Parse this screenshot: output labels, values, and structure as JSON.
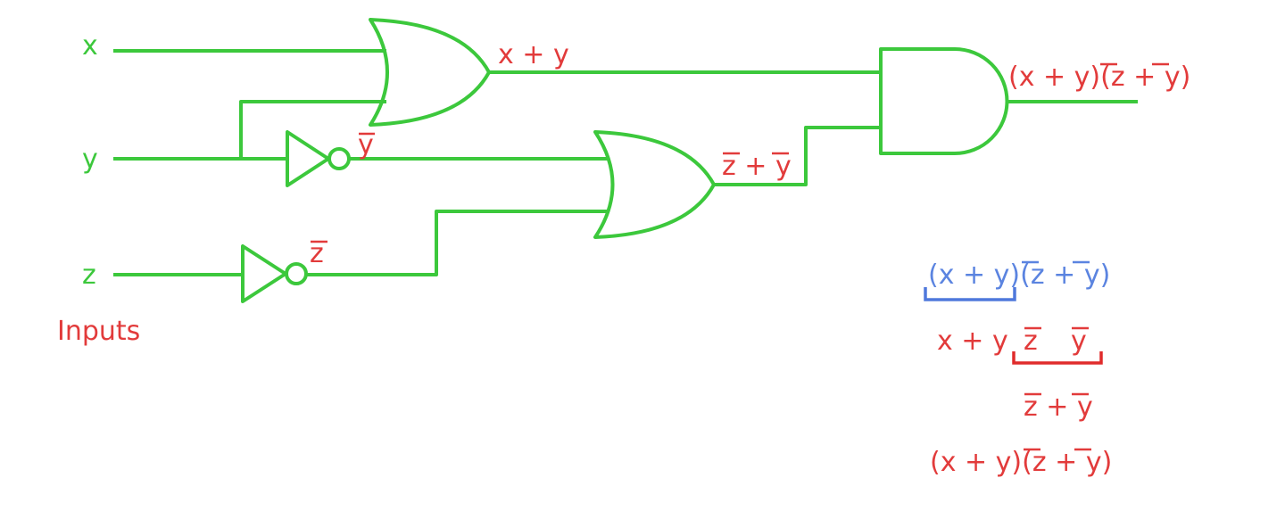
{
  "inputs": {
    "x": "x",
    "y": "y",
    "z": "z",
    "caption": "Inputs"
  },
  "wires": {
    "or1_out": "x + y",
    "not_y_out": "y",
    "not_z_out": "z",
    "or2_out": {
      "a": "z",
      "plus": "+",
      "b": "y"
    },
    "and_out": {
      "open": "(x + y)(",
      "z": "z",
      "plus": " + ",
      "y": "y",
      "close": ")"
    }
  },
  "derivation": {
    "line1": {
      "xy": "(x + y)",
      "open": "(",
      "z": "z",
      "plus": " + ",
      "y": "y",
      "close": ")"
    },
    "line2": {
      "xy": "x + y",
      "z": "z",
      "y": "y"
    },
    "line3": {
      "z": "z",
      "plus": " + ",
      "y": "y"
    },
    "line4": {
      "open": "(x + y)(",
      "z": "z",
      "plus": " + ",
      "y": "y",
      "close": ")"
    }
  },
  "colors": {
    "wire": "#3cc83c",
    "expr": "#e23b3b",
    "highlight": "#5b84e0"
  }
}
